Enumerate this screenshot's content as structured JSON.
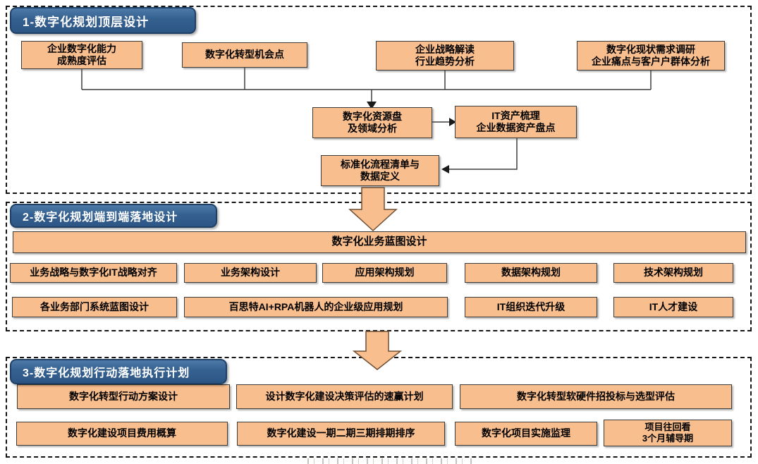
{
  "colors": {
    "box_fill": "#F9BE8D",
    "box_border": "#3B3B3B",
    "badge_fill": "#34608F",
    "badge_border": "#1E4066",
    "dashed_border": "#141414",
    "connector": "#3F3F3F",
    "arrow_fill": "#F9BE8D",
    "arrow_stroke": "#6E4F33"
  },
  "s1": {
    "title": "1-数字化规划顶层设计",
    "row1": [
      "企业数字化能力\n成熟度评估",
      "数字化转型机会点",
      "企业战略解读\n行业趋势分析",
      "数字化现状需求调研\n企业痛点与客户户群体分析"
    ],
    "mid": [
      "数字化资源盘\n及领域分析",
      "IT资产梳理\n企业数据资产盘点",
      "标准化流程清单与\n数据定义"
    ]
  },
  "s2": {
    "title": "2-数字化规划端到端落地设计",
    "banner": "数字化业务蓝图设计",
    "row1": [
      "业务战略与数字化IT战略对齐",
      "业务架构设计",
      "应用架构规划",
      "数据架构规划",
      "技术架构规划"
    ],
    "row2": [
      "各业务部门系统蓝图设计",
      "百思特AI+RPA机器人的企业级应用规划",
      "IT组织迭代升级",
      "IT人才建设"
    ]
  },
  "s3": {
    "title": "3-数字化规划行动落地执行计划",
    "row1": [
      "数字化转型行动方案设计",
      "设计数字化建设决策评估的速赢计划",
      "数字化转型软硬件招投标与选型评估"
    ],
    "row2": [
      "数字化建设项目费用概算",
      "数字化建设一期二期三期排期排序",
      "数字化项目实施监理",
      "项目往回看\n3个月辅导期"
    ]
  }
}
